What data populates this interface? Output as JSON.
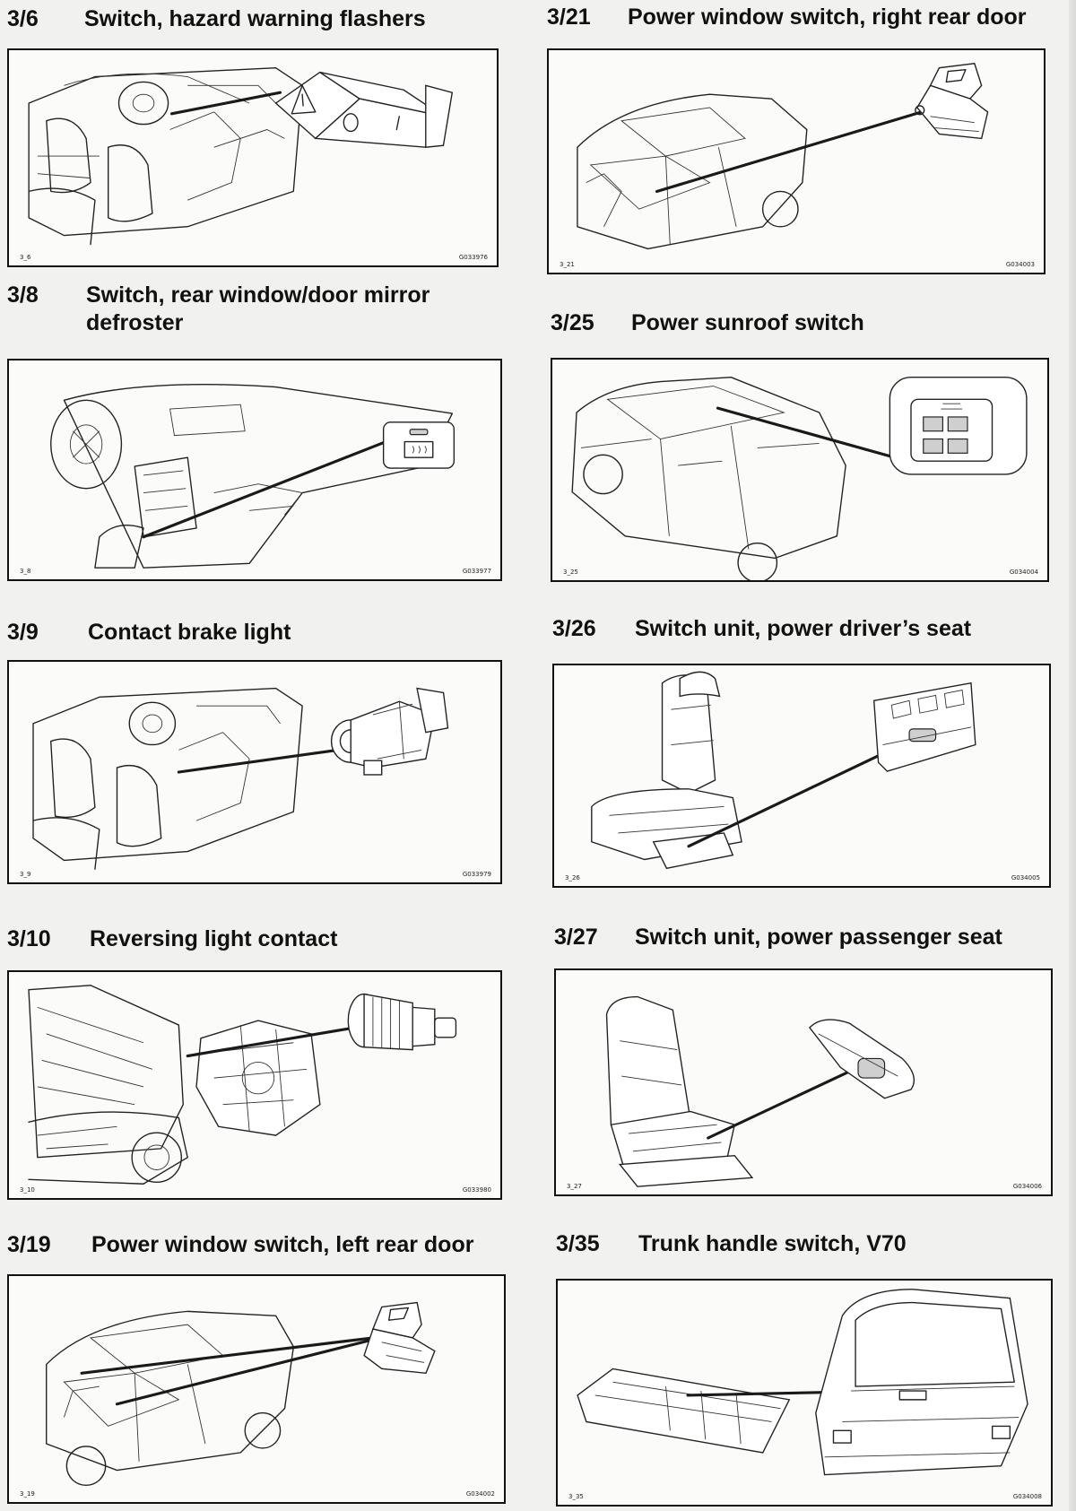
{
  "items": [
    {
      "number": "3/6",
      "title": "Switch, hazard warning flashers",
      "fig_left": "3_6",
      "fig_right": "G033976"
    },
    {
      "number": "3/8",
      "title": "Switch, rear window/door mirror defroster",
      "fig_left": "3_8",
      "fig_right": "G033977"
    },
    {
      "number": "3/9",
      "title": "Contact brake light",
      "fig_left": "3_9",
      "fig_right": "G033979"
    },
    {
      "number": "3/10",
      "title": "Reversing light contact",
      "fig_left": "3_10",
      "fig_right": "G033980"
    },
    {
      "number": "3/19",
      "title": "Power window switch, left rear door",
      "fig_left": "3_19",
      "fig_right": "G034002"
    },
    {
      "number": "3/21",
      "title": "Power window switch, right rear door",
      "fig_left": "3_21",
      "fig_right": "G034003"
    },
    {
      "number": "3/25",
      "title": "Power sunroof switch",
      "fig_left": "3_25",
      "fig_right": "G034004"
    },
    {
      "number": "3/26",
      "title": "Switch unit, power driver’s seat",
      "fig_left": "3_26",
      "fig_right": "G034005"
    },
    {
      "number": "3/27",
      "title": "Switch unit, power passenger seat",
      "fig_left": "3_27",
      "fig_right": "G034006"
    },
    {
      "number": "3/35",
      "title": "Trunk handle switch, V70",
      "fig_left": "3_35",
      "fig_right": "G034008"
    }
  ]
}
